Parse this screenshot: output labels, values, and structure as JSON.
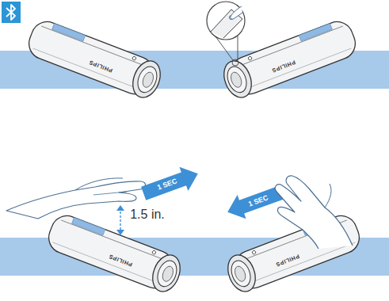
{
  "diagram": {
    "labels": [
      "PHILIPS",
      "PHILIPS",
      "1 SEC",
      "1.5 in.",
      "1 SEC",
      "PHILIPS",
      "PHILIPS"
    ]
  }
}
